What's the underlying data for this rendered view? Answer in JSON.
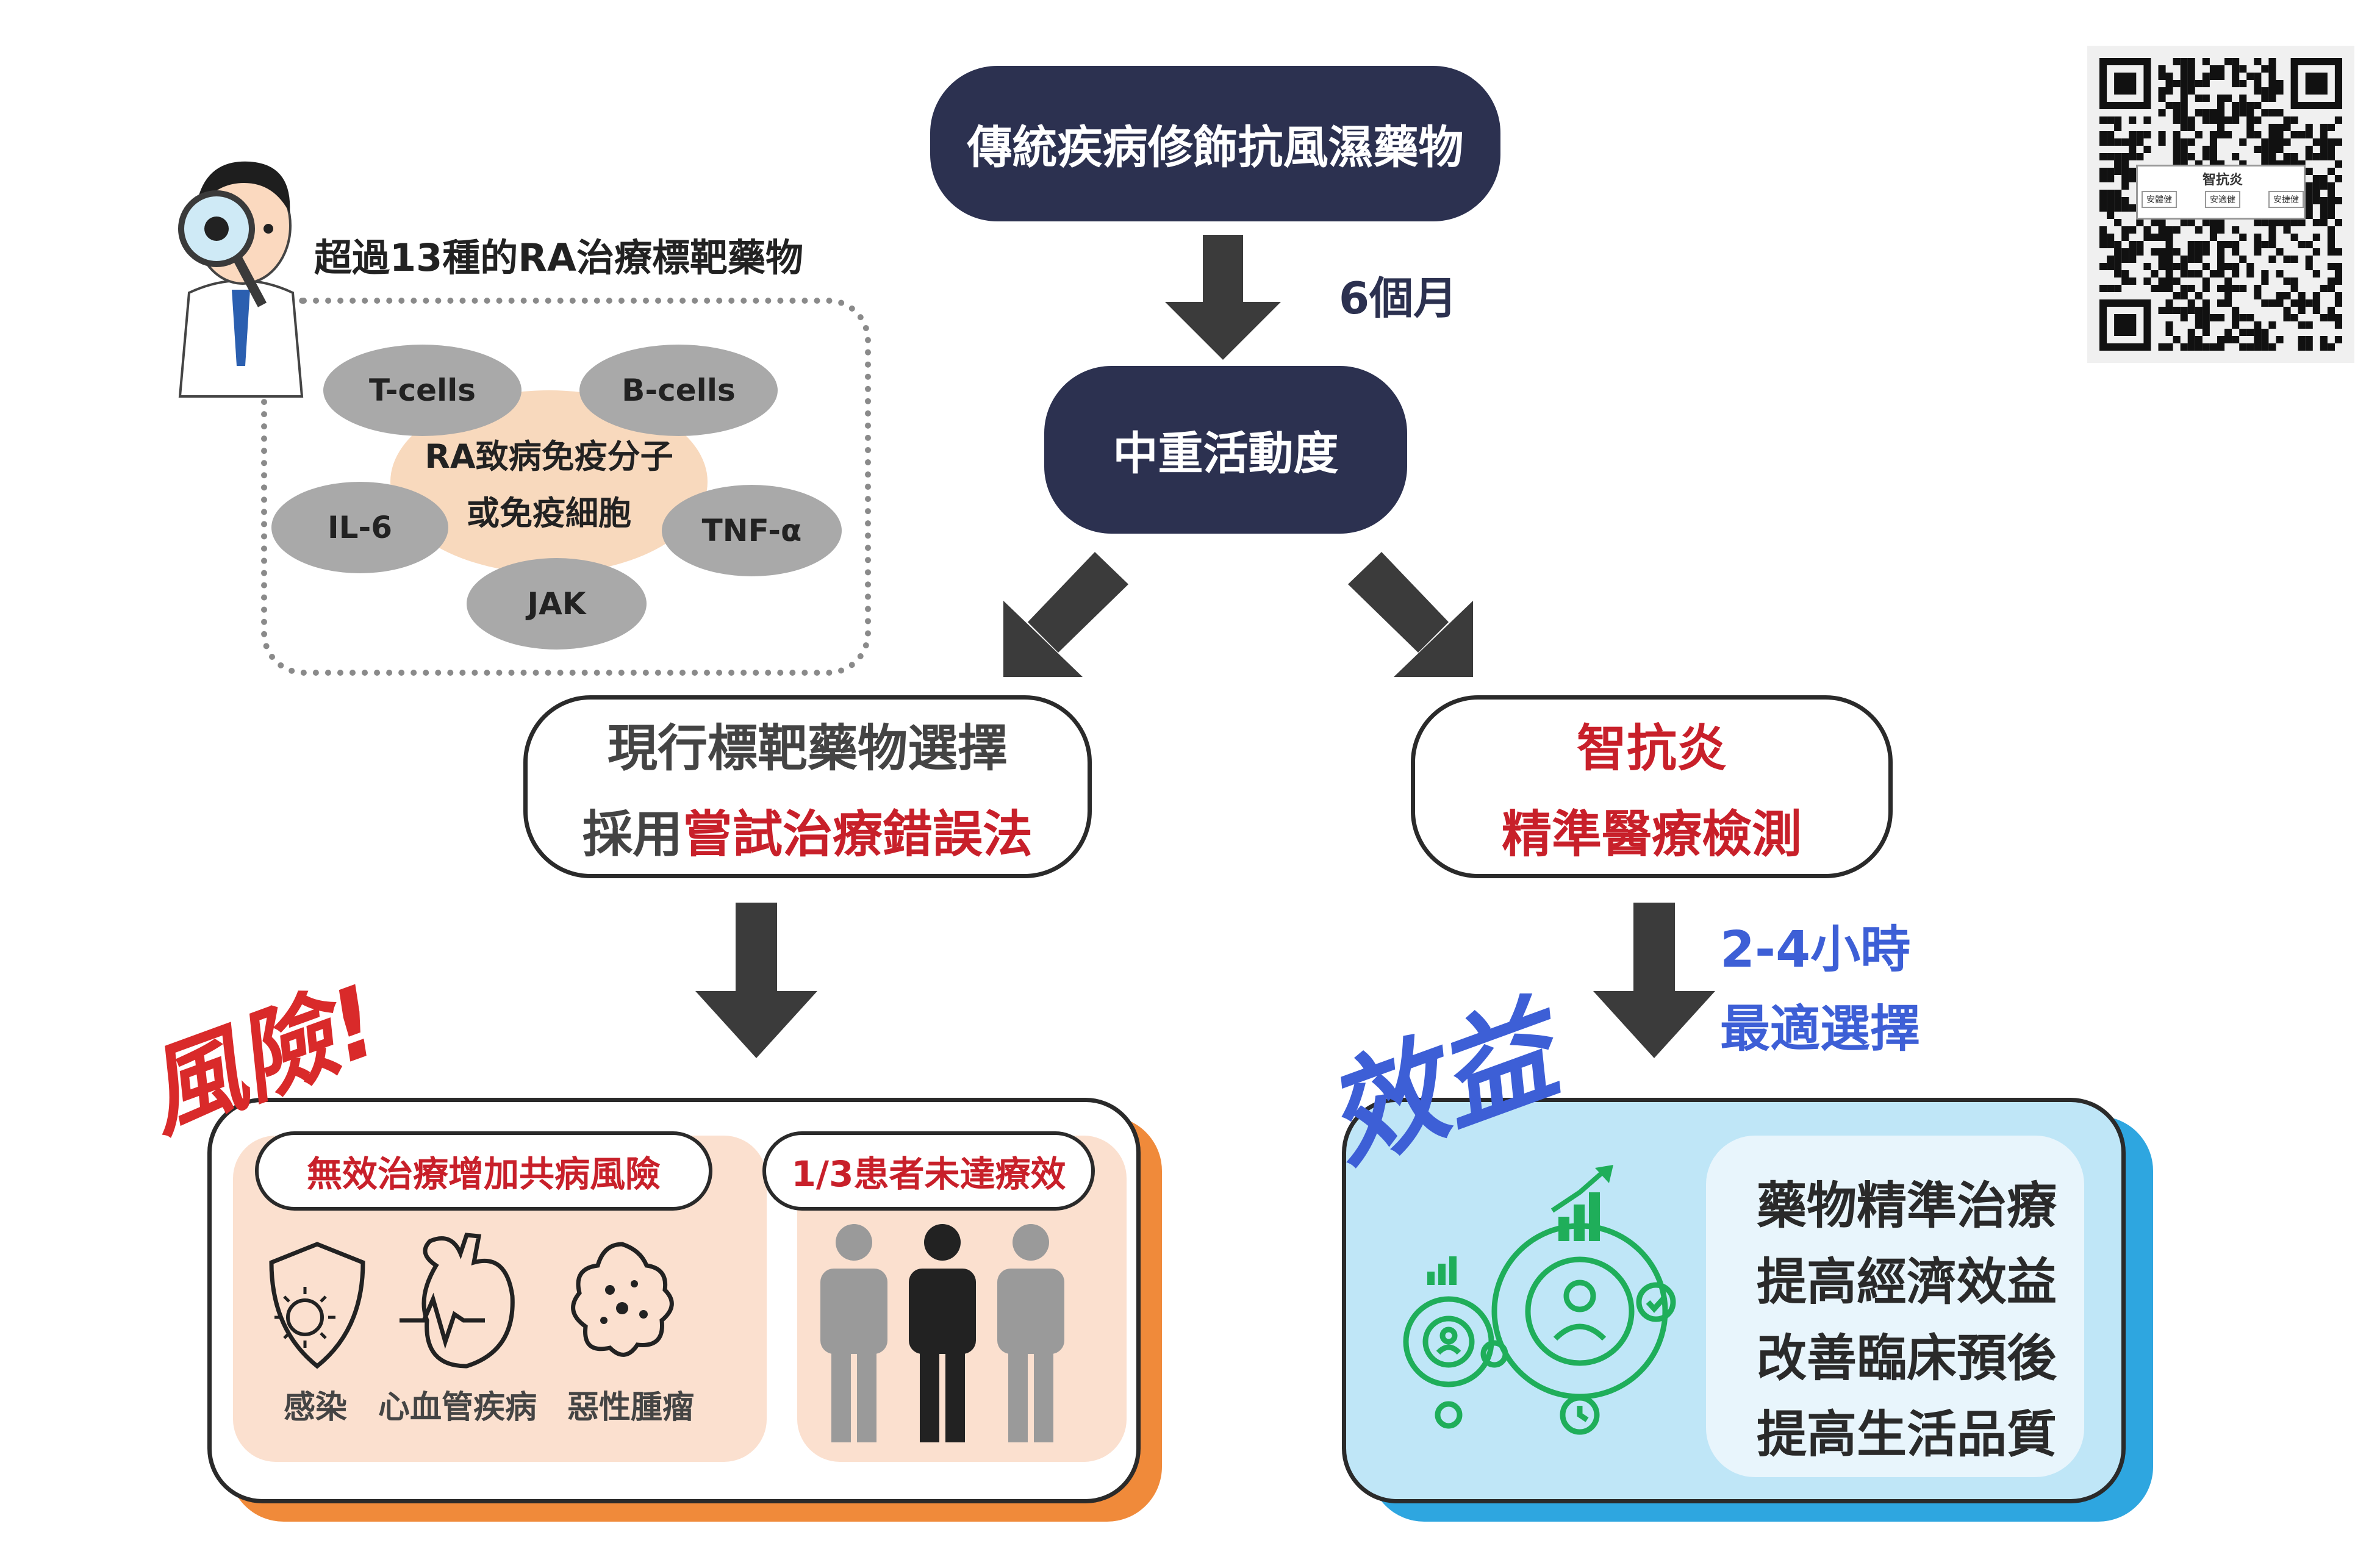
{
  "top_box": "傳統疾病修飾抗風濕藥物",
  "arrow1_label": "6個月",
  "mid_box": "中重活動度",
  "panel": {
    "title": "超過13種的RA治療標靶藥物",
    "center_line1": "RA致病免疫分子",
    "center_line2": "或免疫細胞",
    "nodes": [
      "T-cells",
      "B-cells",
      "IL-6",
      "TNF-α",
      "JAK"
    ]
  },
  "left_box": {
    "line1": "現行標靶藥物選擇",
    "line2_prefix": "採用",
    "line2_highlight": "嘗試治療錯誤法"
  },
  "right_box": {
    "line1": "智抗炎",
    "line2": "精準醫療檢測"
  },
  "right_arrow_label": {
    "line1": "2-4小時",
    "line2": "最適選擇"
  },
  "risk": {
    "stamp": "風險!",
    "pill1": "無效治療增加共病風險",
    "pill2": "1/3患者未達療效",
    "icons": [
      {
        "icon": "virus-shield-icon",
        "label": "感染"
      },
      {
        "icon": "heart-icon",
        "label": "心血管疾病"
      },
      {
        "icon": "tumor-cell-icon",
        "label": "惡性腫瘤"
      }
    ]
  },
  "benefit": {
    "stamp": "效益",
    "items": [
      "藥物精準治療",
      "提高經濟效益",
      "改善臨床預後",
      "提高生活品質"
    ]
  },
  "qr": {
    "label": "智抗炎",
    "mini_labels": [
      "安體健",
      "安適健",
      "安捷健"
    ]
  },
  "colors": {
    "navy": "#2c3150",
    "red": "#c8202a",
    "blue": "#3d5fd6",
    "orange": "#f08a3a",
    "sky": "#2ea6e0",
    "green": "#1fae5a"
  }
}
